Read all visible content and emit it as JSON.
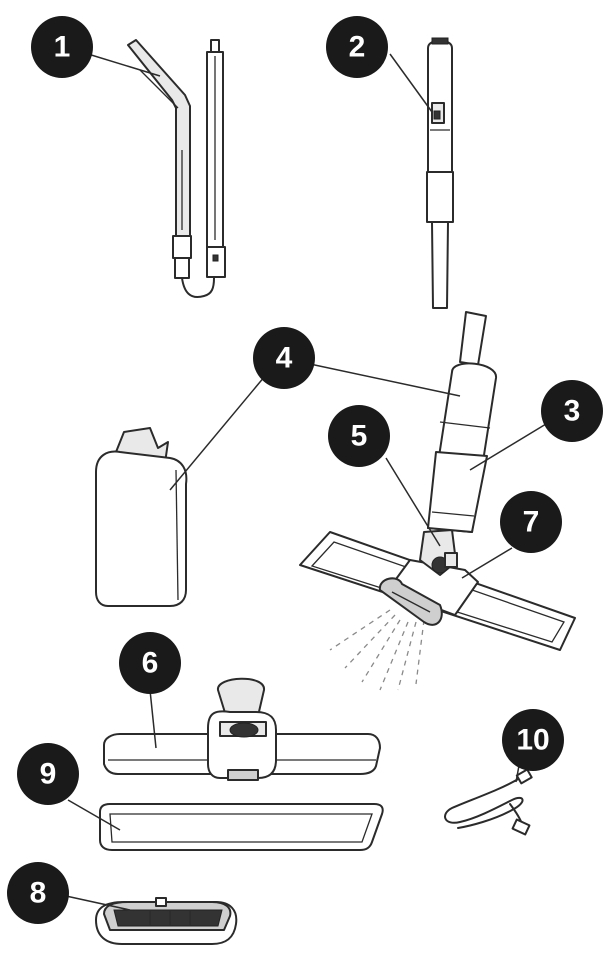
{
  "colors": {
    "badge": "#1a1a1a",
    "badge_text": "#ffffff",
    "line": "#2b2b2b"
  },
  "callouts": {
    "c1": "1",
    "c2": "2",
    "c3": "3",
    "c4": "4",
    "c5": "5",
    "c6": "6",
    "c7": "7",
    "c8": "8",
    "c9": "9",
    "c10": "10"
  }
}
